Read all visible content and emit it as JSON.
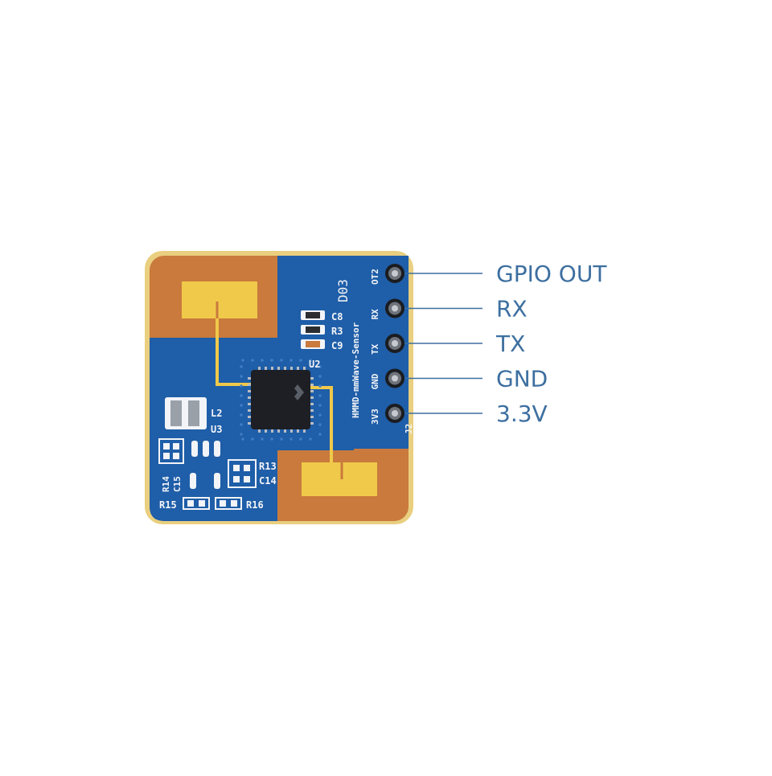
{
  "board": {
    "name": "HMMD-mmWave-Sensor",
    "revision": "D03",
    "connector_ref": "J2",
    "colors": {
      "solder_mask": "#1f5ea8",
      "copper": "#c9773a",
      "gold": "#f0c94a",
      "silkscreen": "#f2f4f8",
      "edge": "#e8d28a",
      "callout": "#3d6fa0"
    }
  },
  "pins": [
    {
      "silk": "OT2",
      "label": "GPIO OUT"
    },
    {
      "silk": "RX",
      "label": "RX"
    },
    {
      "silk": "TX",
      "label": "TX"
    },
    {
      "silk": "GND",
      "label": "GND"
    },
    {
      "silk": "3V3",
      "label": "3.3V"
    }
  ],
  "components": {
    "c8": "C8",
    "r3": "R3",
    "c9": "C9",
    "u2": "U2",
    "l2": "L2",
    "u3": "U3",
    "r13": "R13",
    "c14": "C14",
    "r14": "R14",
    "c15": "C15",
    "r15": "R15",
    "r16": "R16"
  },
  "icons": {
    "chip": "radar-ic-icon",
    "antenna": "patch-antenna-icon",
    "pin": "header-pin-icon"
  }
}
